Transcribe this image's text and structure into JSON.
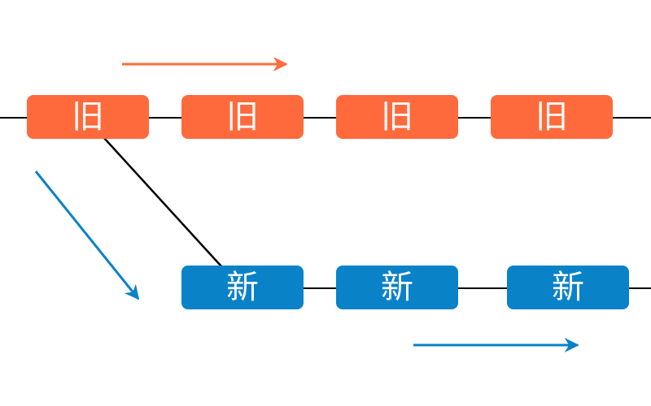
{
  "colors": {
    "old": "#ff6a3d",
    "new": "#0a82c8",
    "line": "#000000",
    "background": "#ffffff"
  },
  "old_row": {
    "nodes": [
      {
        "label": "旧"
      },
      {
        "label": "旧"
      },
      {
        "label": "旧"
      },
      {
        "label": "旧"
      }
    ]
  },
  "new_row": {
    "nodes": [
      {
        "label": "新"
      },
      {
        "label": "新"
      },
      {
        "label": "新"
      }
    ]
  },
  "arrows": [
    {
      "name": "old-direction-arrow",
      "color": "old",
      "direction": "right"
    },
    {
      "name": "branch-direction-arrow",
      "color": "new",
      "direction": "down-right"
    },
    {
      "name": "new-direction-arrow",
      "color": "new",
      "direction": "right"
    }
  ]
}
